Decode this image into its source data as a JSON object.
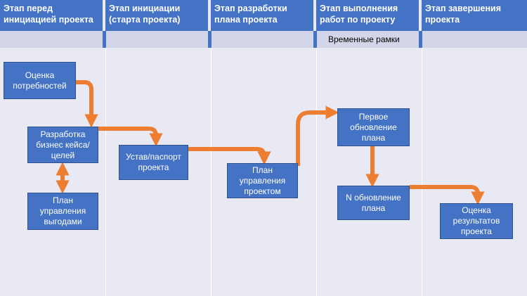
{
  "phases": [
    {
      "title": "Этап перед инициацией проекта"
    },
    {
      "title": "Этап инициации (старта проекта)"
    },
    {
      "title": "Этап разработки плана проекта"
    },
    {
      "title": "Этап выполнения работ по проекту"
    },
    {
      "title": "Этап завершения проекта"
    }
  ],
  "timeframe_label": "Временные рамки",
  "boxes": {
    "needs": "Оценка потребностей",
    "business_case": "Разработка бизнес кейса/целей",
    "benefits_plan": "План управления выгодами",
    "charter": "Устав/паспорт проекта",
    "management_plan": "План управления проектом",
    "first_update": "Первое обновление плана",
    "n_update": "N обновление плана",
    "results_eval": "Оценка результатов проекта"
  },
  "colors": {
    "header": "#4472c4",
    "box": "#4472c4",
    "arrow": "#ed7d31",
    "background": "#e7e8f1",
    "subheader": "#d3d6e8"
  }
}
